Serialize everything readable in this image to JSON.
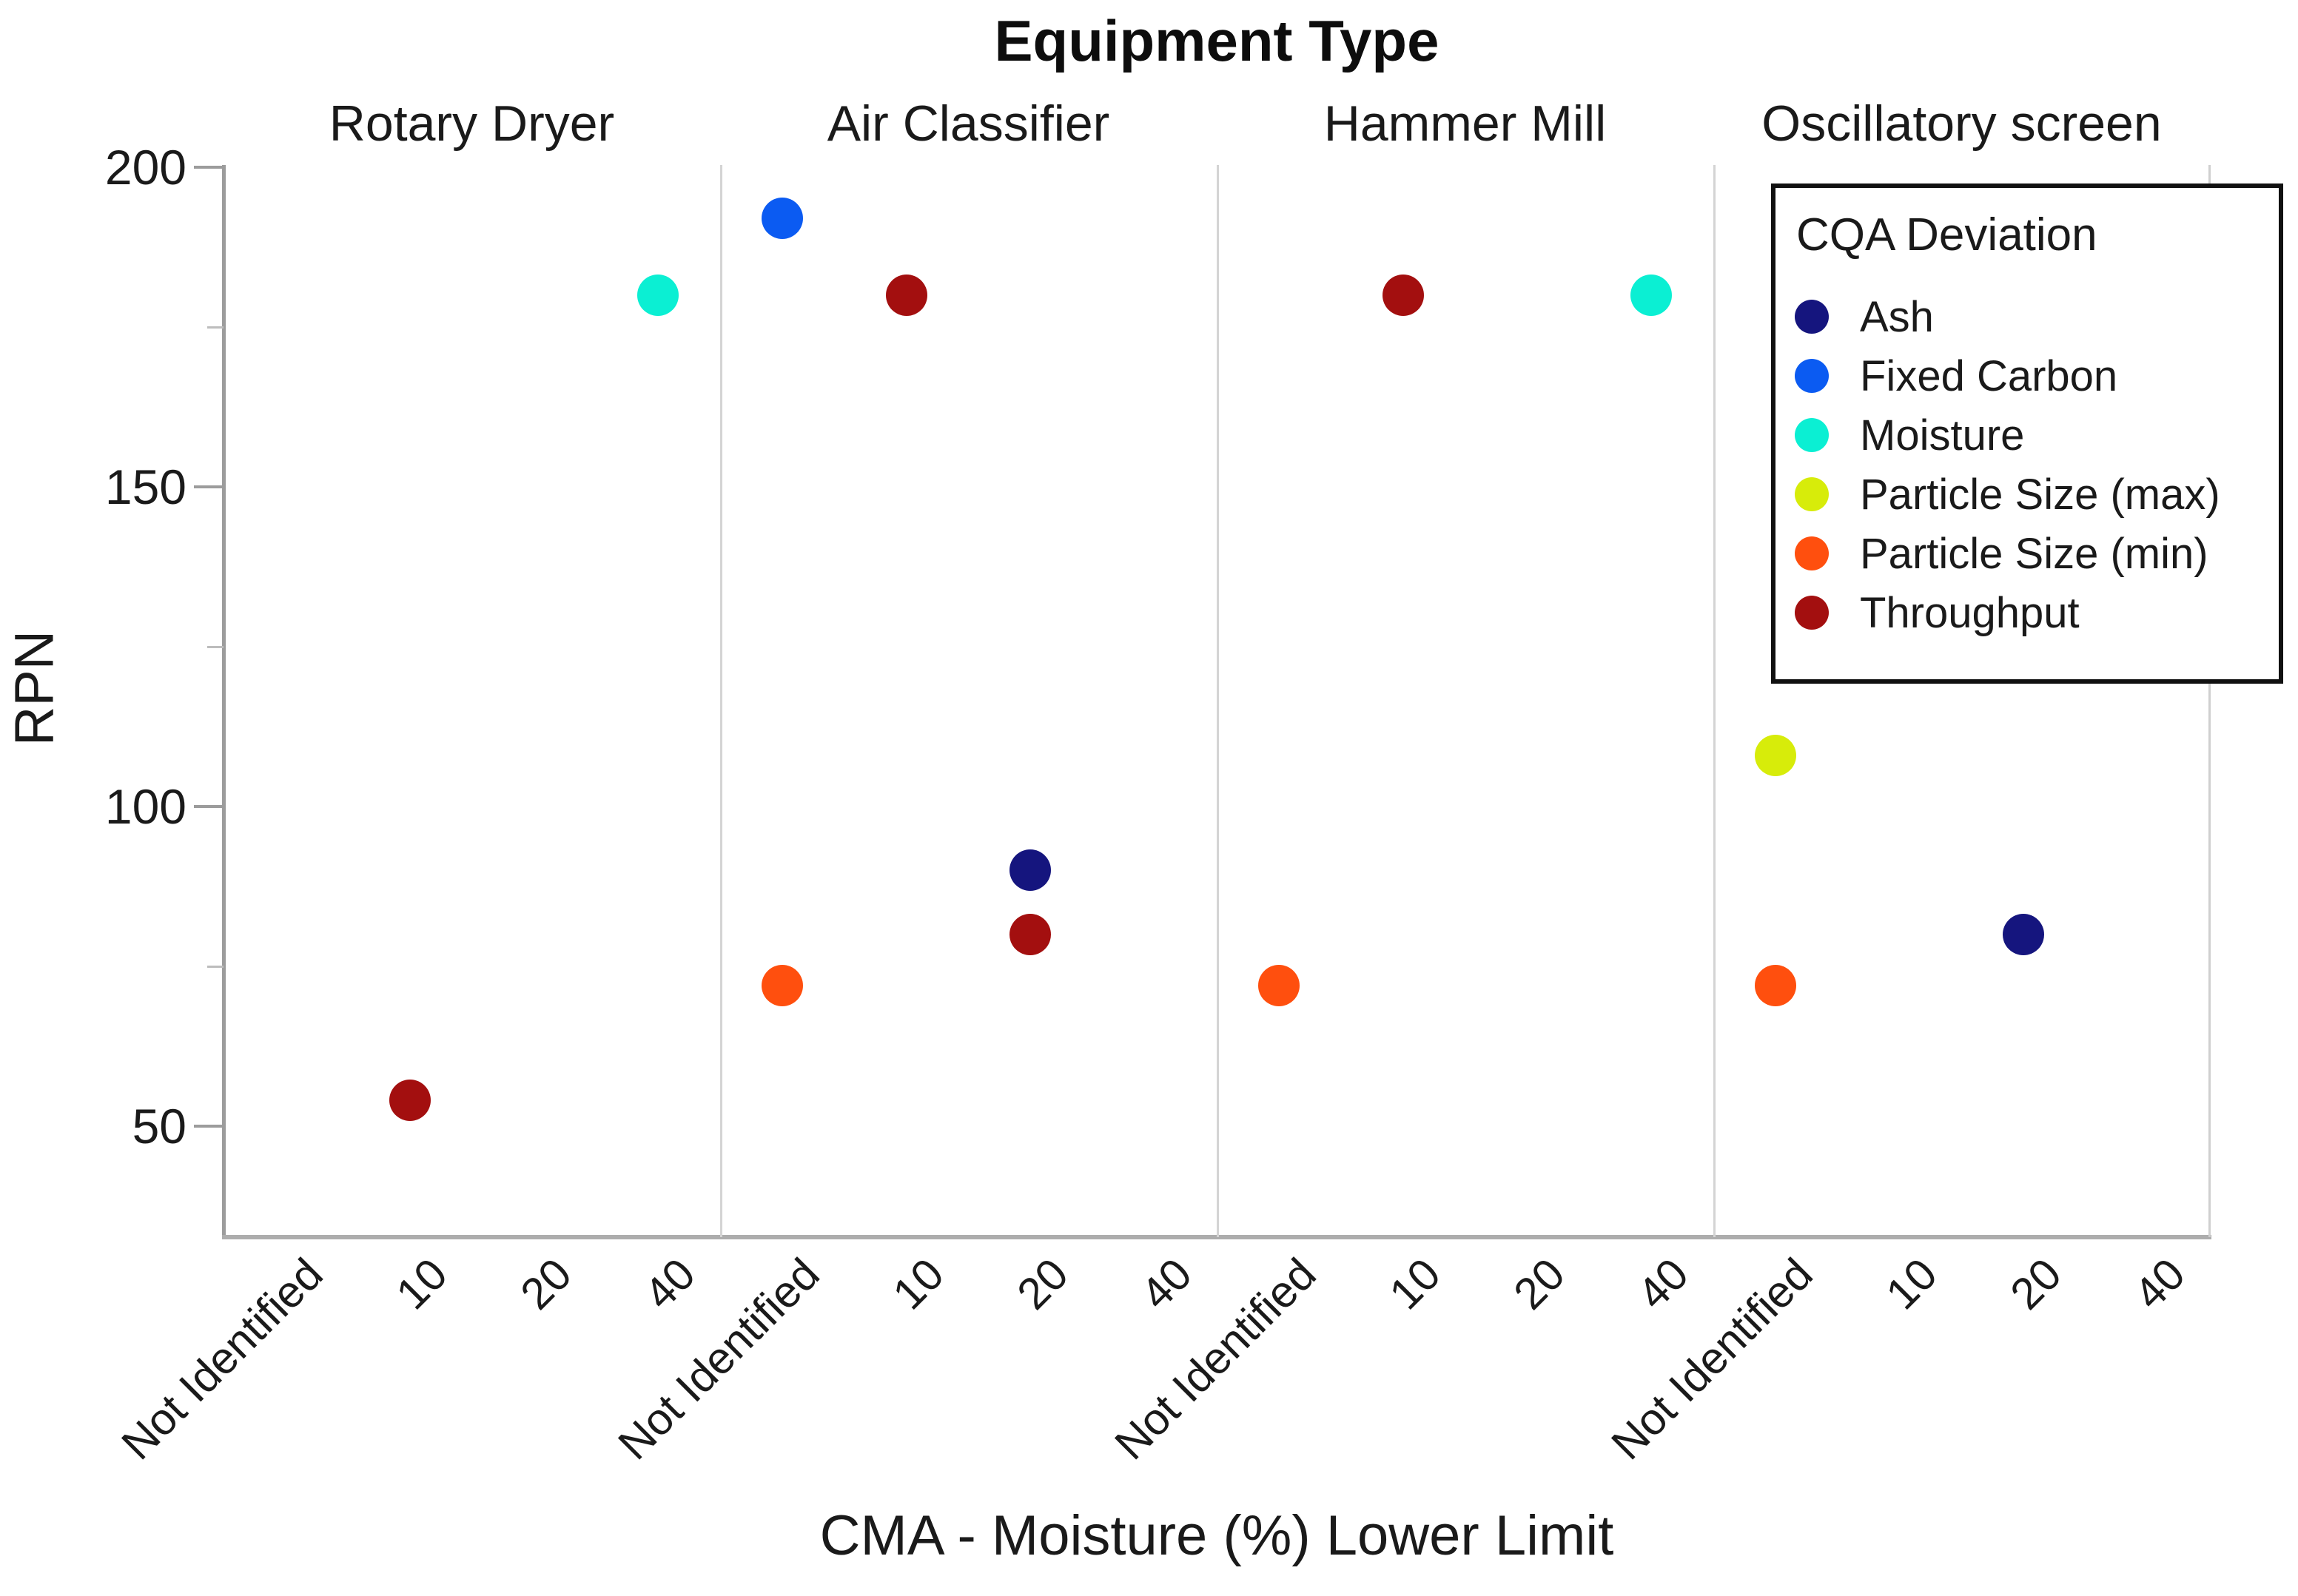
{
  "chart_data": {
    "type": "scatter",
    "title": "Equipment Type",
    "xlabel": "CMA - Moisture (%) Lower Limit",
    "ylabel": "RPN",
    "facets": [
      "Rotary Dryer",
      "Air Classifier",
      "Hammer Mill",
      "Oscillatory screen"
    ],
    "x_categories": [
      "Not Identified",
      "10",
      "20",
      "40"
    ],
    "y_ticks": [
      50,
      100,
      150,
      200
    ],
    "y_minor_ticks": [
      75,
      125,
      175
    ],
    "ylim": [
      33,
      200
    ],
    "grid": "off",
    "legend_position": "top-right-inside",
    "legend": {
      "title": "CQA Deviation",
      "entries": [
        {
          "label": "Ash",
          "color": "#15157E"
        },
        {
          "label": "Fixed Carbon",
          "color": "#0B5BF2"
        },
        {
          "label": "Moisture",
          "color": "#0BEFD3"
        },
        {
          "label": "Particle Size (max)",
          "color": "#D7EC0A"
        },
        {
          "label": "Particle Size (min)",
          "color": "#FF4F0E"
        },
        {
          "label": "Throughput",
          "color": "#A30F0F"
        }
      ]
    },
    "points": [
      {
        "facet": "Rotary Dryer",
        "x": "10",
        "y": 54,
        "series": "Throughput"
      },
      {
        "facet": "Rotary Dryer",
        "x": "40",
        "y": 180,
        "series": "Moisture"
      },
      {
        "facet": "Air Classifier",
        "x": "Not Identified",
        "y": 192,
        "series": "Fixed Carbon"
      },
      {
        "facet": "Air Classifier",
        "x": "Not Identified",
        "y": 72,
        "series": "Particle Size (min)"
      },
      {
        "facet": "Air Classifier",
        "x": "10",
        "y": 180,
        "series": "Throughput"
      },
      {
        "facet": "Air Classifier",
        "x": "20",
        "y": 90,
        "series": "Ash"
      },
      {
        "facet": "Air Classifier",
        "x": "20",
        "y": 80,
        "series": "Throughput"
      },
      {
        "facet": "Hammer Mill",
        "x": "Not Identified",
        "y": 72,
        "series": "Particle Size (min)"
      },
      {
        "facet": "Hammer Mill",
        "x": "10",
        "y": 180,
        "series": "Throughput"
      },
      {
        "facet": "Hammer Mill",
        "x": "40",
        "y": 180,
        "series": "Moisture"
      },
      {
        "facet": "Oscillatory screen",
        "x": "Not Identified",
        "y": 108,
        "series": "Particle Size (max)"
      },
      {
        "facet": "Oscillatory screen",
        "x": "Not Identified",
        "y": 72,
        "series": "Particle Size (min)"
      },
      {
        "facet": "Oscillatory screen",
        "x": "20",
        "y": 80,
        "series": "Ash"
      }
    ]
  }
}
